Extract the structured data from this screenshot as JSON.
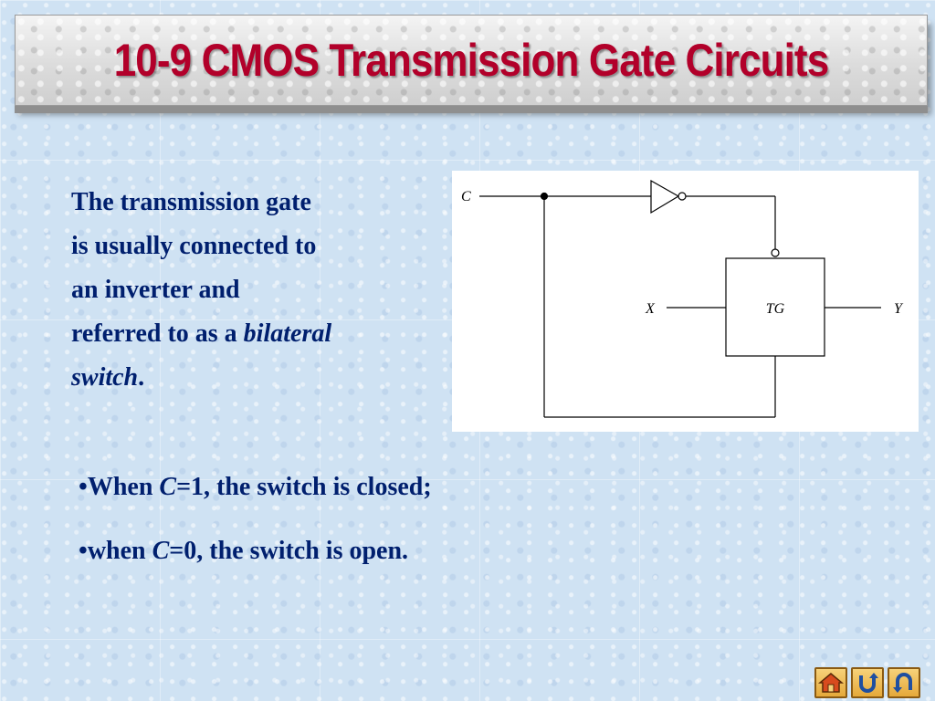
{
  "header": {
    "title": "10-9  CMOS Transmission Gate Circuits"
  },
  "description": {
    "lines": [
      "The transmission gate",
      "is usually connected to",
      "an inverter and",
      "referred to as a "
    ],
    "emphasis_word": "bilateral",
    "emphasis_end": "switch",
    "end_punct": "."
  },
  "diagram": {
    "label_c": "C",
    "label_x": "X",
    "label_tg": "TG",
    "label_y": "Y"
  },
  "bullets": [
    {
      "bullet": "•",
      "pre": "When ",
      "var": "C",
      "post": "=1, the switch is closed;"
    },
    {
      "bullet": "•",
      "pre": "when ",
      "var": "C",
      "post": "=0, the switch is open."
    }
  ],
  "nav": {
    "buttons": [
      {
        "icon": "home-icon",
        "label": "home"
      },
      {
        "icon": "return-icon",
        "label": "return"
      },
      {
        "icon": "undo-icon",
        "label": "back"
      }
    ],
    "accent": "#e5a93a"
  },
  "colors": {
    "title": "#b2002a",
    "text": "#001f6e",
    "background": "#cfe2f3"
  }
}
